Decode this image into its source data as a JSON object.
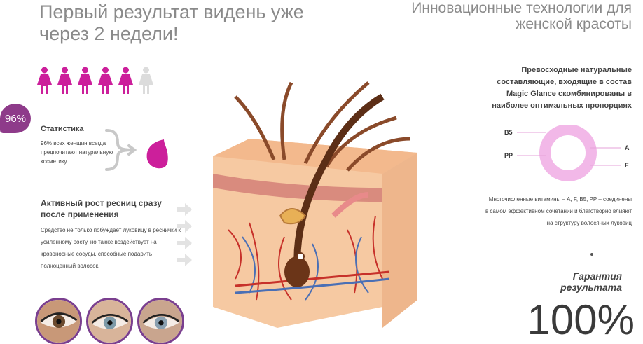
{
  "left": {
    "headline": "Первый результат видень уже через 2 недели!",
    "percent_badge": "96%",
    "statistics_title": "Статистика",
    "statistics_text": "96% всех женщин всегда предпочитают натуральную косметику",
    "growth_title": "Активный рост ресниц сразу после применения",
    "growth_text": "Средство не только побуждает луковицу в реснички к усиленному росту, но также воздействует на кровоносные сосуды, способные подарить полноценный волосок.",
    "women_total": 6,
    "women_filled": 5,
    "icons": [
      "woman-icon",
      "brace-icon",
      "drop-icon",
      "arrow-right-icon",
      "eye-photo"
    ]
  },
  "right": {
    "headline": "Инновационные технологии для женской красоты",
    "ingredients_text": "Превосходные натуральные составляющие, входящие в состав Magic Glance скомбинированы в наиболее оптимальных пропорциях",
    "vitamin_labels": {
      "b5": "B5",
      "pp": "PP",
      "a": "A",
      "f": "F"
    },
    "vitamins_text": "Многочисленные витамины – A, F, B5, PP – соединены в самом эффективном сочетании и благотворно влияют на структуру волосяных луковиц",
    "guarantee": "Гарантия результата",
    "percent": "100%"
  },
  "colors": {
    "accent": "#cc1f9b",
    "badge": "#8e3b8a",
    "ring": "#f2b8e8",
    "text": "#444444"
  }
}
